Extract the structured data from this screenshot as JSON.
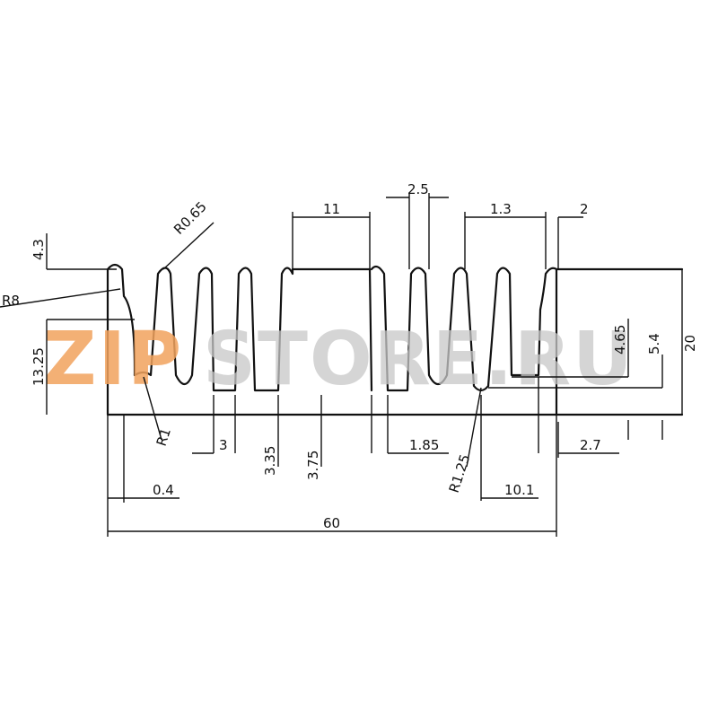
{
  "watermark": {
    "part1": "ZIP",
    "part2": "STORE.RU",
    "color_accent": "#f2a35e",
    "color_rest": "#c8c8c8"
  },
  "dimensions": {
    "fin_slot_width": "11",
    "gap_a": "2.5",
    "fin_width": "1.3",
    "edge_gap": "2",
    "top_offset": "4.3",
    "r8": "R8",
    "r065": "R0.65",
    "fin_height": "13.25",
    "r1": "R1",
    "d3": "3",
    "d335": "3.35",
    "d375": "3.75",
    "d185": "1.85",
    "r125": "R1.25",
    "d27": "2.7",
    "d04": "0.4",
    "d101": "10.1",
    "d465": "4.65",
    "d54": "5.4",
    "height": "20",
    "total_width": "60"
  }
}
